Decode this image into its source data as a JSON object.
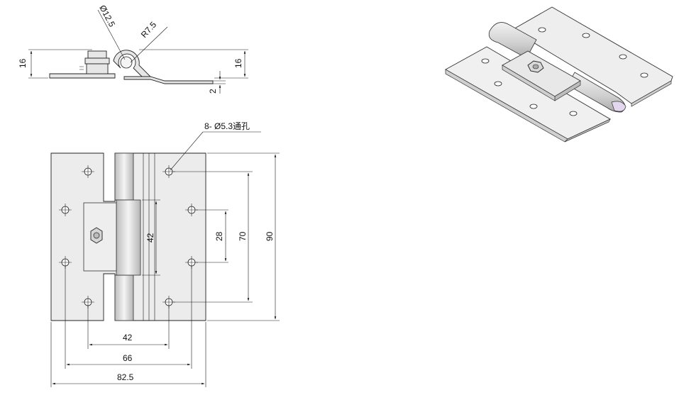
{
  "side_view": {
    "dim_height_left": "16",
    "dim_height_right": "16",
    "dim_thickness": "2",
    "dim_pin_diameter": "Ø12.5",
    "dim_radius": "R7.5"
  },
  "front_view": {
    "hole_callout": "8- Ø5.3通孔",
    "dim_hole_pitch_x_inner": "42",
    "dim_overall_x_holes": "66",
    "dim_overall_width": "82.5",
    "dim_window_height": "42",
    "dim_hole_pitch_y_inner": "28",
    "dim_hole_pitch_y_outer": "70",
    "dim_overall_height": "90"
  },
  "iso_view": {
    "label": ""
  }
}
